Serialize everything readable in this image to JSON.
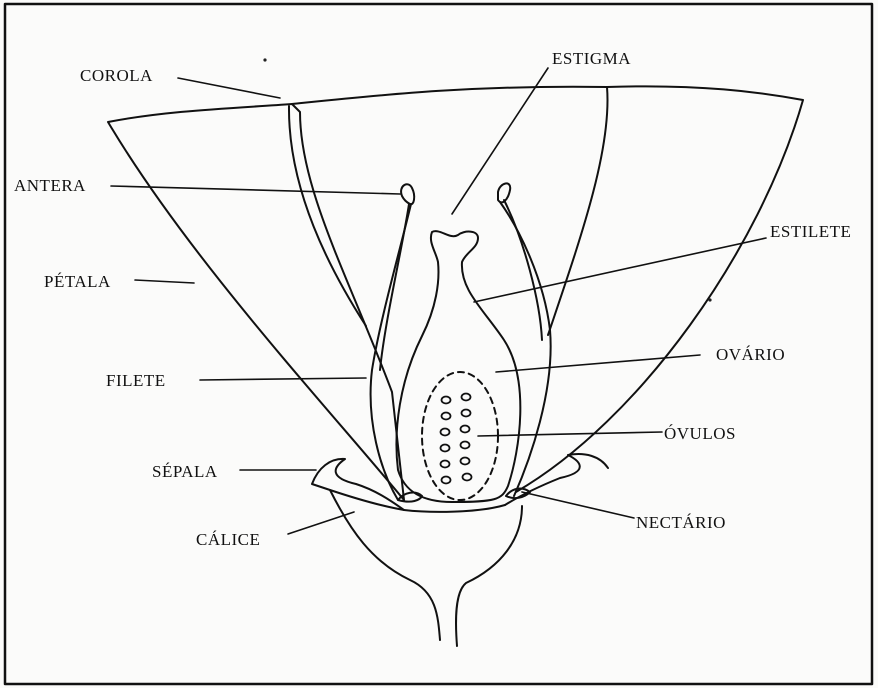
{
  "labels": {
    "corola": "COROLA",
    "estigma": "ESTIGMA",
    "antera": "ANTERA",
    "estilete": "ESTILETE",
    "petala": "PÉTALA",
    "ovario": "OVÁRIO",
    "filete": "FILETE",
    "ovulos": "ÓVULOS",
    "sepala": "SÉPALA",
    "calice": "CÁLICE",
    "nectario": "NECTÁRIO"
  },
  "colors": {
    "ink": "#111111",
    "background": "#fbfbfa",
    "border": "#222222"
  }
}
